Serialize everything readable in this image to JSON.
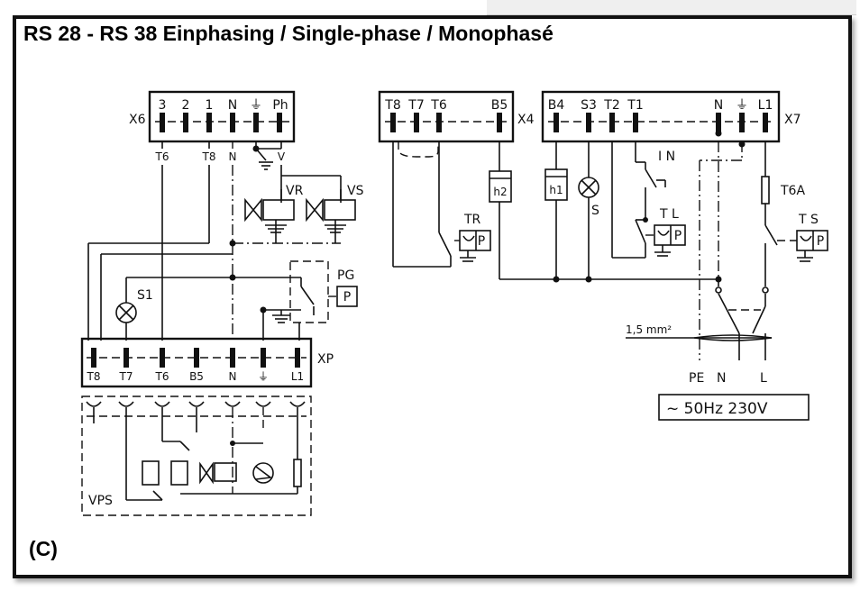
{
  "title": "RS 28 - RS 38 Einphasing / Single-phase / Monophasé",
  "corner_label": "(C)",
  "x6": {
    "name": "X6",
    "terminals": [
      "3",
      "2",
      "1",
      "N",
      "⏚",
      "Ph"
    ],
    "wires": [
      "T6",
      "T8",
      "N",
      "V"
    ]
  },
  "x4": {
    "name": "X4",
    "terminals": [
      "T8",
      "T7",
      "T6",
      "B5"
    ]
  },
  "x7": {
    "name": "X7",
    "terminals": [
      "B4",
      "S3",
      "T2",
      "T1",
      "N",
      "⏚",
      "L1"
    ]
  },
  "xp": {
    "name": "XP",
    "terminals": [
      "T8",
      "T7",
      "T6",
      "B5",
      "N",
      "⏚",
      "L1"
    ]
  },
  "components": {
    "vr": "VR",
    "vs": "VS",
    "pg": "PG",
    "s1": "S1",
    "tr": "TR",
    "h2": "h2",
    "h1": "h1",
    "s": "S",
    "in": "I N",
    "tl": "T L",
    "t6a": "T6A",
    "ts": "T S",
    "vps": "VPS",
    "p": "P"
  },
  "supply": {
    "cable": "1,5 mm²",
    "pe": "PE",
    "n": "N",
    "l": "L",
    "rating": "~ 50Hz  230V"
  }
}
